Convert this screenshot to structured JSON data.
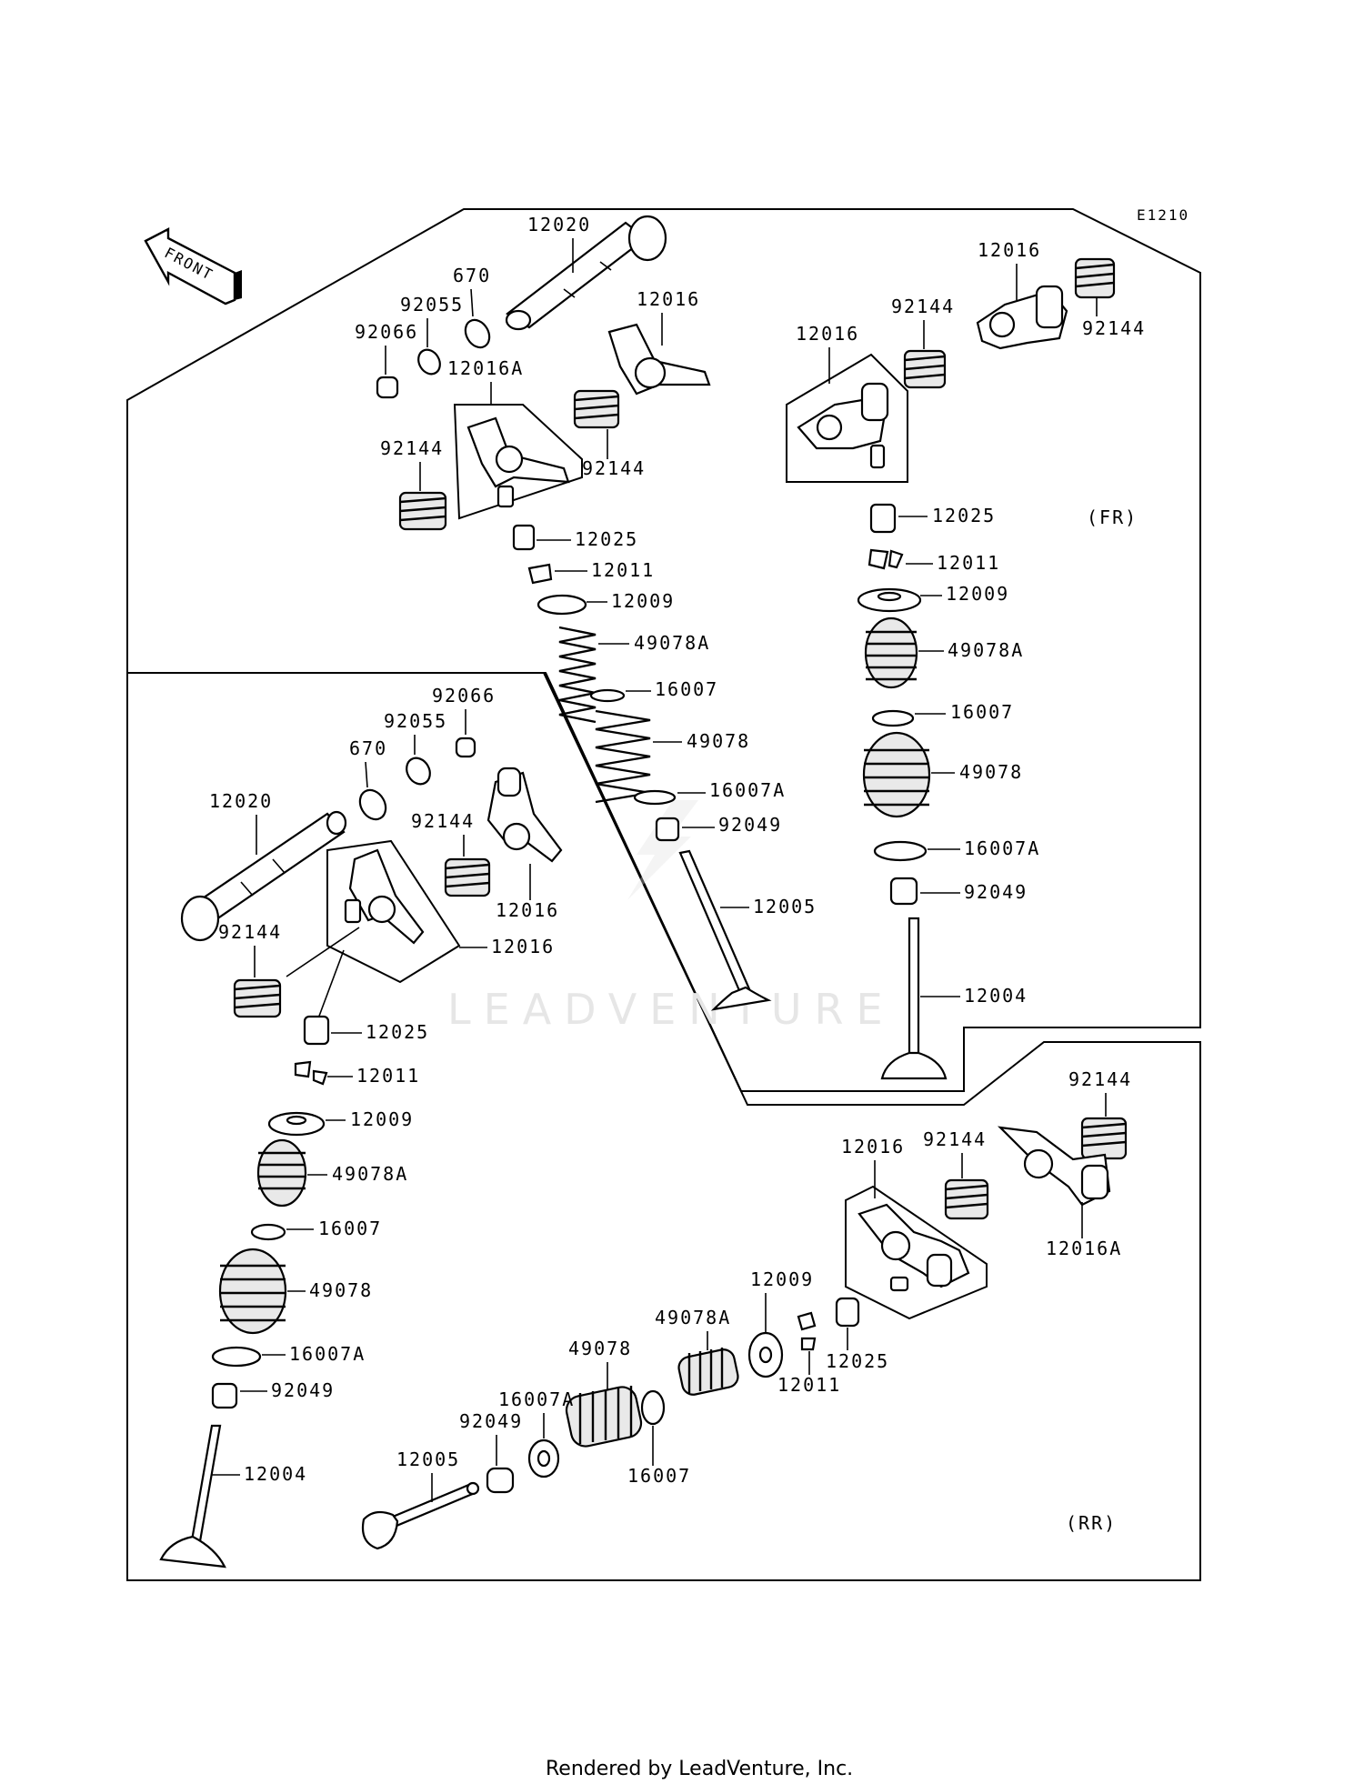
{
  "diagram_code": "E1210",
  "front_badge": "FRONT",
  "section_fr": "(FR)",
  "section_rr": "(RR)",
  "watermark": "LEADVENTURE",
  "footer": "Rendered by LeadVenture, Inc.",
  "labels": {
    "fr_shaft": "12020",
    "fr_oring_670": "670",
    "fr_oring_92055": "92055",
    "fr_plug_92066": "92066",
    "fr_arm_a": "12016A",
    "fr_arm_mid": "12016",
    "fr_spring_mid": "92144",
    "fr_spring_left": "92144",
    "fr_adjuster_left": "12025",
    "fr_cotter_left": "12011",
    "fr_retainer_left": "12009",
    "fr_spring_in_left": "49078A",
    "fr_seat_left": "16007",
    "fr_spring_out_left": "49078",
    "fr_seat_a_left": "16007A",
    "fr_seal_left": "92049",
    "fr_valve_left": "12005",
    "fr_arm_right_top": "12016",
    "fr_spring_right_top": "92144",
    "fr_spring_right_mid": "92144",
    "fr_arm_right_box": "12016",
    "fr_adjuster_right": "12025",
    "fr_cotter_right": "12011",
    "fr_retainer_right": "12009",
    "fr_spring_in_right": "49078A",
    "fr_seat_right": "16007",
    "fr_spring_out_right": "49078",
    "fr_seat_a_right": "16007A",
    "fr_seal_right": "92049",
    "fr_valve_right": "12004",
    "rl_plug_92066": "92066",
    "rl_oring_92055": "92055",
    "rl_oring_670": "670",
    "rl_shaft": "12020",
    "rl_spring_top": "92144",
    "rl_arm_top": "12016",
    "rl_arm_box": "12016",
    "rl_spring_left": "92144",
    "rl_adjuster": "12025",
    "rl_cotter": "12011",
    "rl_retainer": "12009",
    "rl_spring_in": "49078A",
    "rl_seat": "16007",
    "rl_spring_out": "49078",
    "rl_seat_a": "16007A",
    "rl_seal": "92049",
    "rl_valve": "12004",
    "rr_spring_top": "92144",
    "rr_spring_mid": "92144",
    "rr_arm_box": "12016",
    "rr_arm_a": "12016A",
    "rr_retainer": "12009",
    "rr_adjuster": "12025",
    "rr_cotter": "12011",
    "rr_spring_in": "49078A",
    "rr_spring_out": "49078",
    "rr_seat_a": "16007A",
    "rr_seal": "92049",
    "rr_seat": "16007",
    "rr_valve": "12005"
  }
}
